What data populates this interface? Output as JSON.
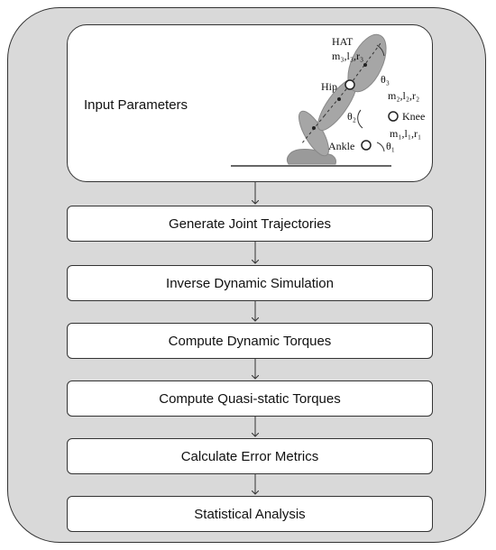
{
  "input_parameters": {
    "label": "Input Parameters",
    "figure": {
      "hat": "HAT",
      "hat_params": "m₃,l₃,r₃",
      "hip": "Hip",
      "knee": "Knee",
      "ankle": "Ankle",
      "theta1": "θ₁",
      "theta2": "θ₂",
      "theta3": "θ₃",
      "thigh_params": "m₂,l₂,r₂",
      "shank_params": "m₁,l₁,r₁"
    }
  },
  "steps": [
    "Generate Joint Trajectories",
    "Inverse Dynamic Simulation",
    "Compute Dynamic Torques",
    "Compute Quasi-static Torques",
    "Calculate Error Metrics",
    "Statistical Analysis"
  ]
}
